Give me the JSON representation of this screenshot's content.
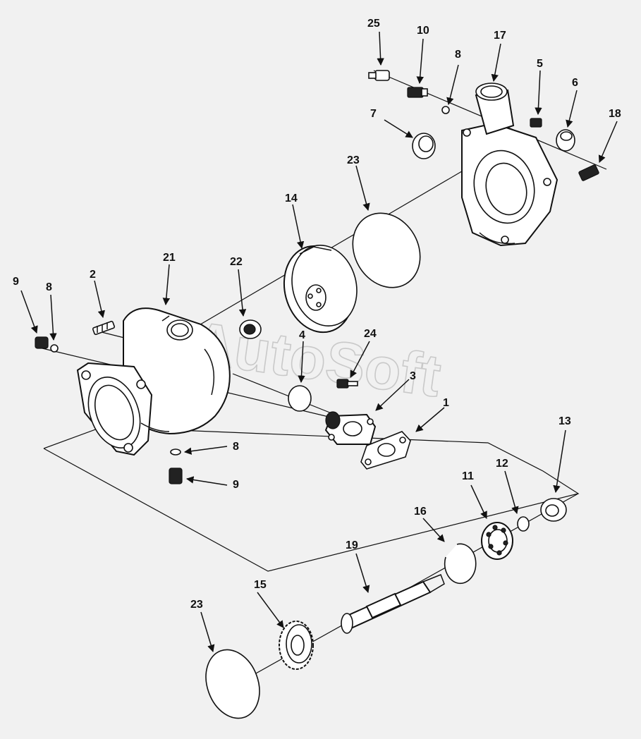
{
  "watermark": "AutoSoft",
  "callouts": [
    "25",
    "10",
    "8",
    "17",
    "5",
    "6",
    "7",
    "18",
    "23",
    "14",
    "21",
    "22",
    "2",
    "9",
    "8",
    "4",
    "24",
    "3",
    "1",
    "8",
    "9",
    "13",
    "11",
    "12",
    "16",
    "19",
    "15",
    "23"
  ]
}
